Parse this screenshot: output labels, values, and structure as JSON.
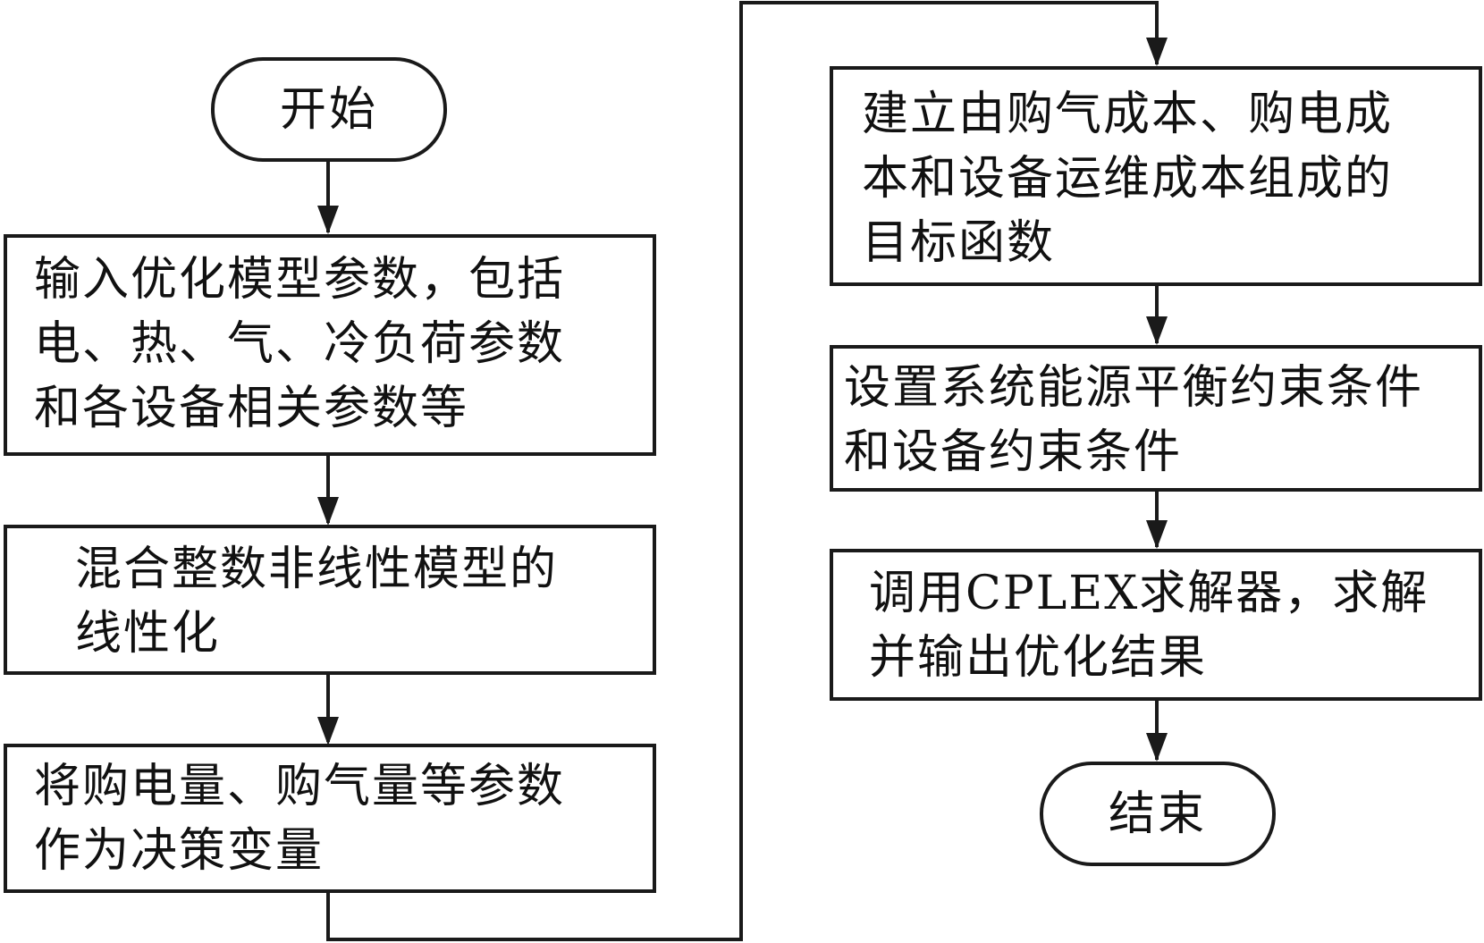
{
  "flowchart": {
    "start": "开始",
    "steps_left": [
      "输入优化模型参数，包括\n电、热、气、冷负荷参数\n和各设备相关参数等",
      "混合整数非线性模型的\n线性化",
      "将购电量、购气量等参数\n作为决策变量"
    ],
    "steps_right": [
      "建立由购气成本、购电成\n本和设备运维成本组成的\n目标函数",
      "设置系统能源平衡约束条件\n和设备约束条件",
      "调用CPLEX求解器，求解\n并输出优化结果"
    ],
    "end": "结束"
  }
}
